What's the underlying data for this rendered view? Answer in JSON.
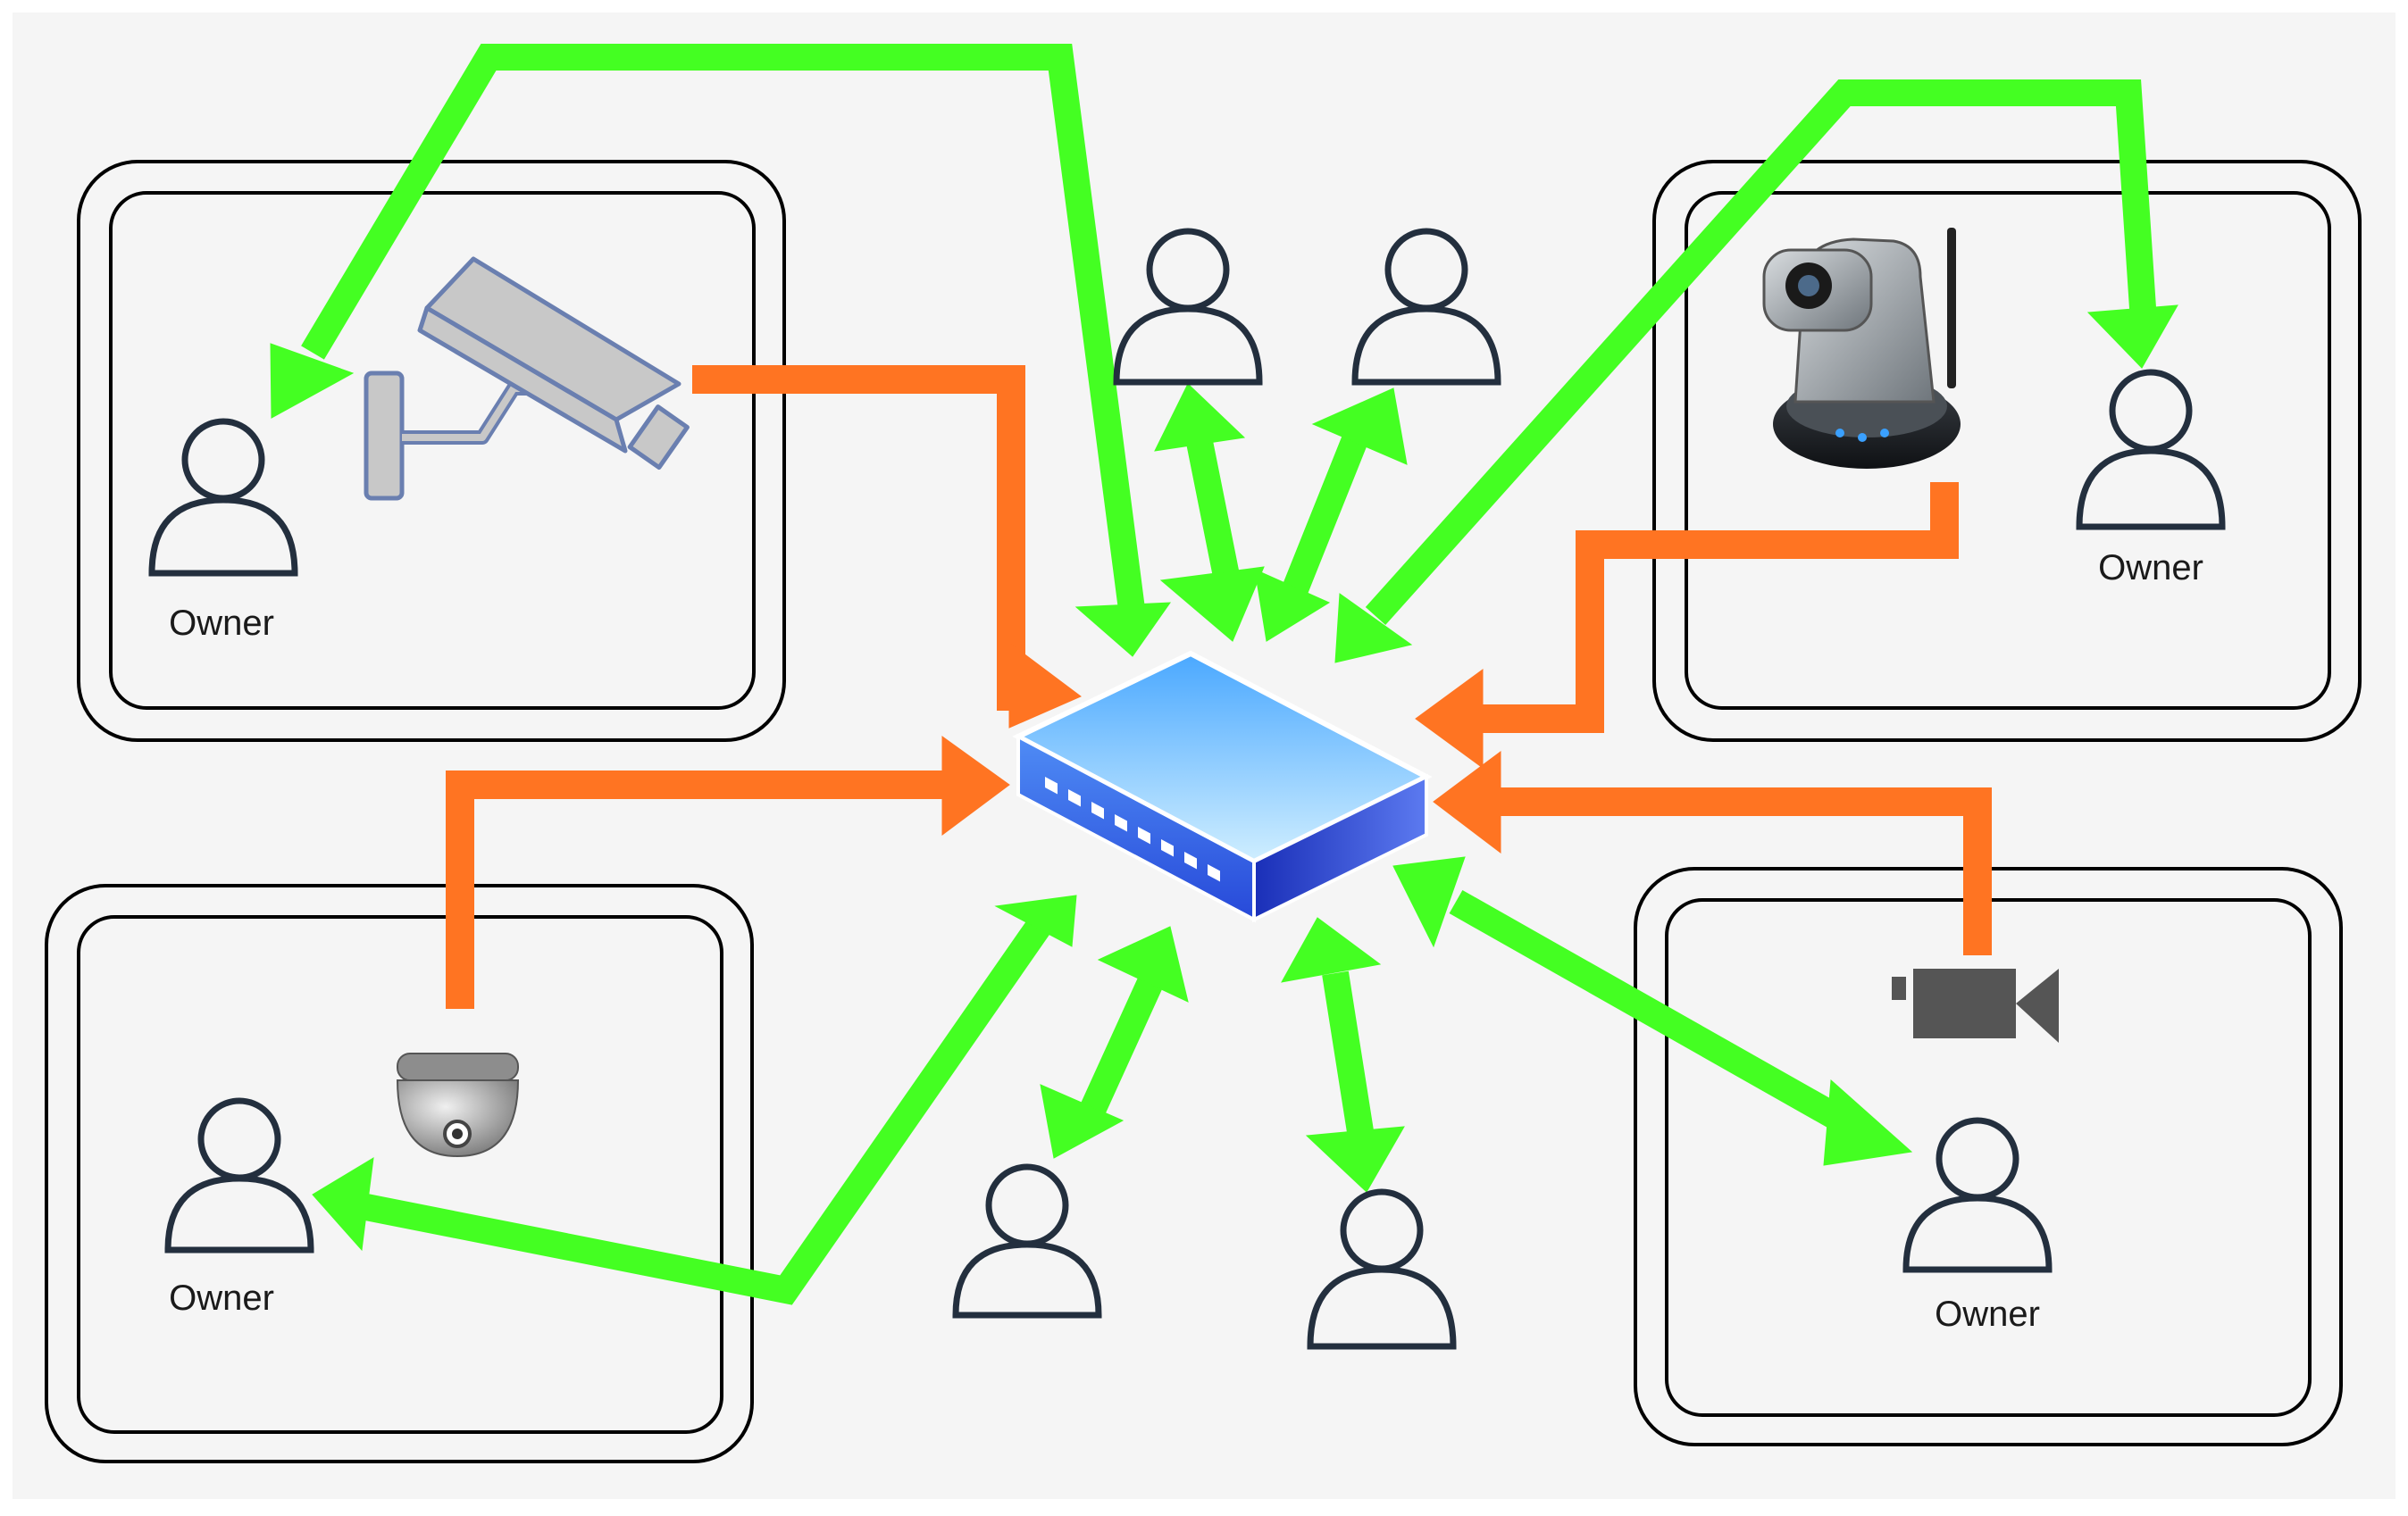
{
  "colors": {
    "background": "#f5f5f5",
    "frame": "#000000",
    "person_stroke": "#232f3e",
    "green_arrow": "#44ff22",
    "green_outline": "#2b8a1a",
    "orange_arrow": "#ff7422",
    "hub_top": "#8fd3ff",
    "hub_side": "#2a3fd6"
  },
  "zones": [
    {
      "name": "top-left-zone",
      "owner_label": "Owner",
      "device": "bullet-camera-icon"
    },
    {
      "name": "top-right-zone",
      "owner_label": "Owner",
      "device": "pan-tilt-ip-camera-icon"
    },
    {
      "name": "bottom-left-zone",
      "owner_label": "Owner",
      "device": "dome-camera-icon"
    },
    {
      "name": "bottom-right-zone",
      "owner_label": "Owner",
      "device": "video-camera-icon"
    }
  ],
  "center": {
    "icon": "network-switch-icon"
  },
  "viewers": [
    {
      "icon": "person-icon"
    },
    {
      "icon": "person-icon"
    },
    {
      "icon": "person-icon"
    },
    {
      "icon": "person-icon"
    }
  ]
}
